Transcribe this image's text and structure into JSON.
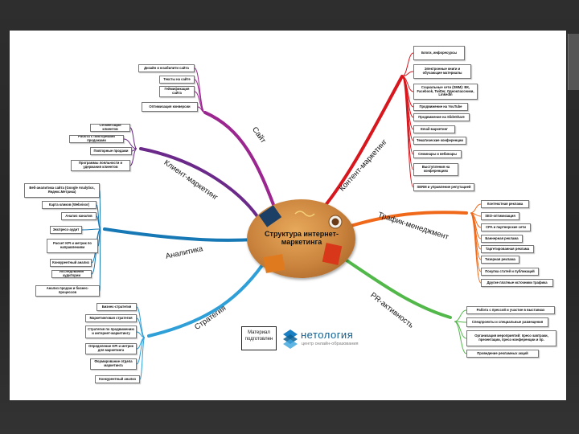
{
  "center": {
    "title": "Структура интернет-\nмаркетинга"
  },
  "colors": {
    "site": "#9b2690",
    "content": "#d7171d",
    "traffic": "#f0691a",
    "pr": "#52b84a",
    "strategy": "#2f9fd8",
    "analytics": "#1678b4",
    "client": "#6b2a8a"
  },
  "branches": [
    {
      "label": "Сайт",
      "nodes": [
        "Дизайн и юзабилити сайта",
        "Тексты на сайте",
        "Геймификация сайта",
        "Оптимизация конверсии"
      ]
    },
    {
      "label": "Контент-маркетинг",
      "nodes": [
        "Блоги, инфоресурсы",
        "Электронные книги и обучающие материалы",
        "Социальные сети (SMM): ВК, Facebook, Twitter, Одноклассники, LinkedIn",
        "Продвижение на YouTube",
        "Продвижение на SlideShare",
        "Email-маркетинг",
        "Тематические конференции",
        "Семинары и вебинары",
        "Выступления на конференциях",
        "SERM и управление репутацией"
      ]
    },
    {
      "label": "Трафик-менеджмент",
      "nodes": [
        "Контекстная реклама",
        "SEO-оптимизация",
        "CPA и партнерские сети",
        "Баннерная реклама",
        "Таргетированная реклама",
        "Тизерная реклама",
        "Покупка статей и публикаций",
        "Другие платные источники трафика"
      ]
    },
    {
      "label": "PR-активность",
      "nodes": [
        "Работа с прессой и участие в выставках",
        "Спецпроекты и специальные размещения",
        "Организация мероприятий: пресс-завтраки, презентации, пресс-конференции и пр.",
        "Проведение рекламных акций"
      ]
    },
    {
      "label": "Стратегия",
      "nodes": [
        "Бизнес-стратегия",
        "Маркетинговая стратегия",
        "Стратегия по продвижению и интернет-маркетингу",
        "Определение KPI и метрик для маркетинга",
        "Формирование отдела маркетинга",
        "Конкурентный анализ"
      ]
    },
    {
      "label": "Аналитика",
      "nodes": [
        "Веб-аналитика сайта (Google Analytics, Яндекс.Метрика)",
        "Карта кликов (Webvisor)",
        "Анализ каналов",
        "Экспресс-аудит",
        "Расчет KPI и метрик по направлениям",
        "Конкурентный анализ",
        "Исследования аудитории",
        "Анализ продаж и бизнес-процессов"
      ]
    },
    {
      "label": "Клиент-маркетинг",
      "nodes": [
        "Сегментация клиентов",
        "Работа с повторными продажами",
        "Повторные продажи",
        "Программы лояльности и удержания клиентов"
      ]
    }
  ],
  "logo": {
    "stamp": "Материал\nподготовлен",
    "name": "нетология",
    "tagline": "центр онлайн-образования"
  }
}
